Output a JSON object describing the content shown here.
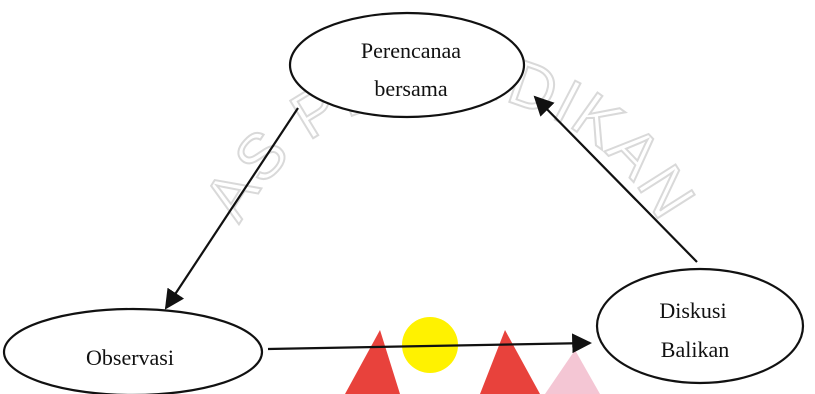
{
  "diagram": {
    "nodes": {
      "planning": {
        "line1": "Perencanaa",
        "line2": "bersama"
      },
      "observation": {
        "label": "Observasi"
      },
      "feedback": {
        "line1": "Diskusi",
        "line2": "Balikan"
      }
    },
    "edges": [
      {
        "from": "planning",
        "to": "observation"
      },
      {
        "from": "observation",
        "to": "feedback"
      },
      {
        "from": "feedback",
        "to": "planning"
      }
    ]
  },
  "watermark": {
    "text": "AS PENDIDIKAN",
    "colors": {
      "ring": "#d9d9d9",
      "yellow": "#fff200",
      "red": "#e8423c",
      "pink": "#f4c6d4"
    }
  }
}
